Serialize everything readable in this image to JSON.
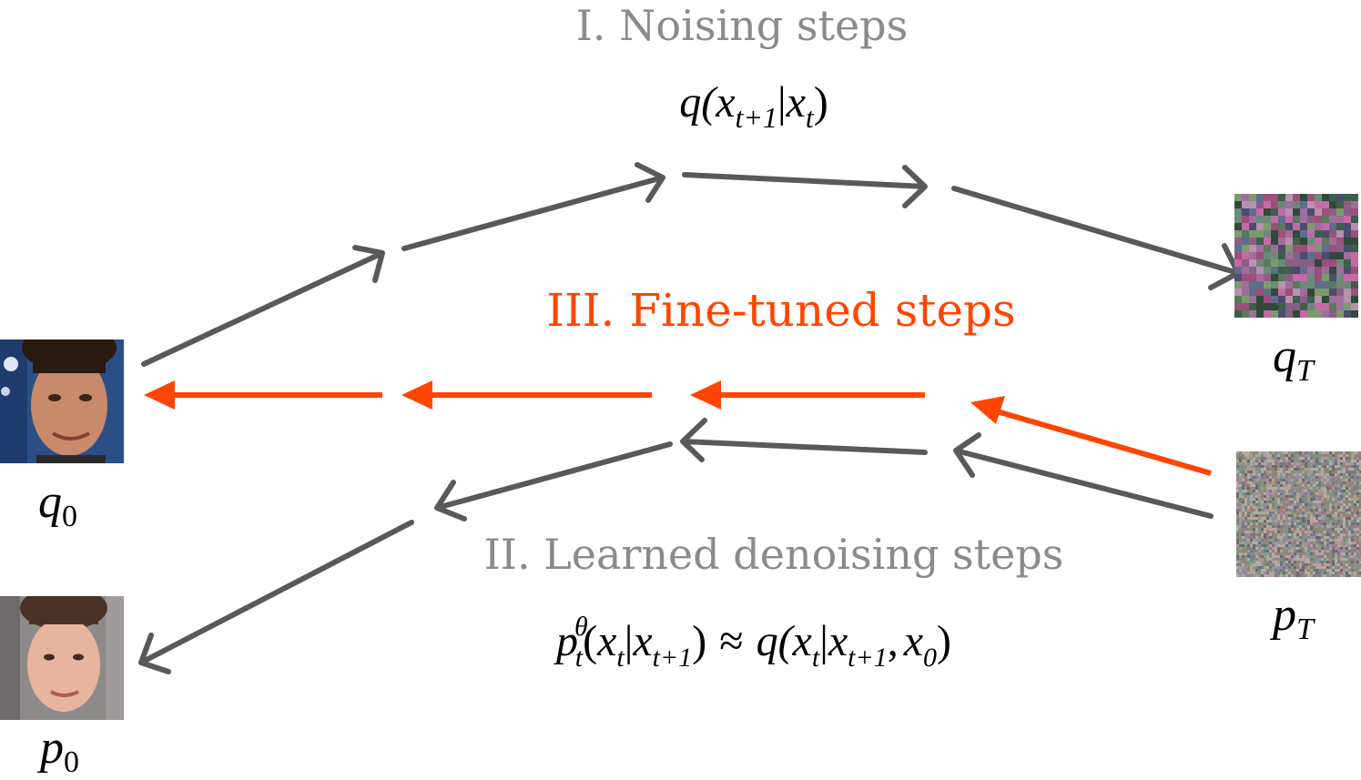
{
  "sections": {
    "noising": {
      "title": "I. Noising steps",
      "formula": {
        "func": "q(",
        "var1": "x",
        "sub1": "t+1",
        "bar": "|",
        "var2": "x",
        "sub2": "t",
        "close": ")"
      },
      "color": "#58595b"
    },
    "finetuned": {
      "title": "III. Fine-tuned steps",
      "color": "#ff4500"
    },
    "denoising": {
      "title": "II. Learned denoising steps",
      "formula": {
        "p": "p",
        "p_sup": "θ",
        "p_sub": "t",
        "open1": "(",
        "x1": "x",
        "x1_sub": "t",
        "bar1": "|",
        "x2": "x",
        "x2_sub": "t+1",
        "close1": ")",
        "approx": "≈",
        "q": "q(",
        "x3": "x",
        "x3_sub": "t",
        "bar2": "|",
        "x4": "x",
        "x4_sub": "t+1",
        "comma": ",",
        "x5": "x",
        "x5_sub": "0",
        "close2": ")"
      },
      "color": "#58595b"
    }
  },
  "nodes": {
    "q0": {
      "main": "q",
      "sub": "0",
      "image": "face-photo-q0"
    },
    "p0": {
      "main": "p",
      "sub": "0",
      "image": "face-photo-p0"
    },
    "qT": {
      "main": "q",
      "sub": "T",
      "image": "coarse-noise-image"
    },
    "pT": {
      "main": "p",
      "sub": "T",
      "image": "fine-noise-image"
    }
  },
  "colors": {
    "gray_arrow": "#58595b",
    "orange_arrow": "#ff4500",
    "title_gray": "#8a8a8a"
  }
}
